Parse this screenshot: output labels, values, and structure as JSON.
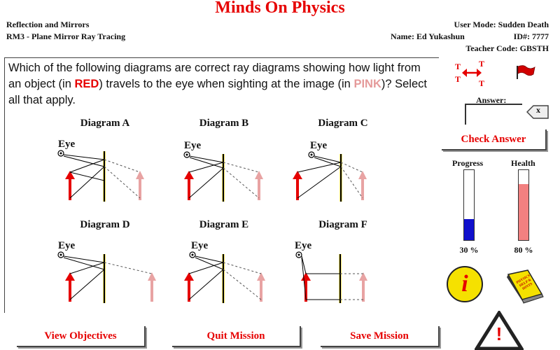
{
  "app": {
    "title": "Minds On Physics"
  },
  "header": {
    "module": "Reflection and Mirrors",
    "assignment": "RM3 - Plane Mirror Ray Tracing",
    "user_mode": "User Mode:  Sudden Death",
    "name": "Name:  Ed Yukashun",
    "id": "ID#:  7777",
    "teacher_code": "Teacher Code:  GBSTH"
  },
  "question": {
    "part1": "Which of the following diagrams are correct ray diagrams showing how light from an object (in ",
    "red_word": "RED",
    "part2": ") travels to the eye when sighting at the image (in ",
    "pink_word": "PINK",
    "part3": ")? Select all that apply."
  },
  "diagrams": [
    {
      "label": "Diagram A",
      "eye_label": "Eye"
    },
    {
      "label": "Diagram B",
      "eye_label": "Eye"
    },
    {
      "label": "Diagram C",
      "eye_label": "Eye"
    },
    {
      "label": "Diagram D",
      "eye_label": "Eye"
    },
    {
      "label": "Diagram E",
      "eye_label": "Eye"
    },
    {
      "label": "Diagram F",
      "eye_label": "Eye"
    }
  ],
  "answer": {
    "label": "Answer:",
    "value": "",
    "clear_label": "x"
  },
  "buttons": {
    "check_answer": "Check Answer",
    "view_objectives": "View Objectives",
    "quit_mission": "Quit Mission",
    "save_mission": "Save Mission"
  },
  "meters": {
    "progress_label": "Progress",
    "progress_value": 0.3,
    "progress_text": "30 %",
    "progress_color": "#1010cc",
    "health_label": "Health",
    "health_value": 0.8,
    "health_text": "80  %",
    "health_color": "#f28080"
  },
  "icons": {
    "toggle_letter": "T",
    "info_glyph": "i",
    "warning_glyph": "!",
    "help_book_text": "PHYSICS HELP & HINTS"
  },
  "colors": {
    "accent": "#e60000",
    "image_pink": "#e8a3a3",
    "mirror_yellow": "#f5e76a"
  }
}
